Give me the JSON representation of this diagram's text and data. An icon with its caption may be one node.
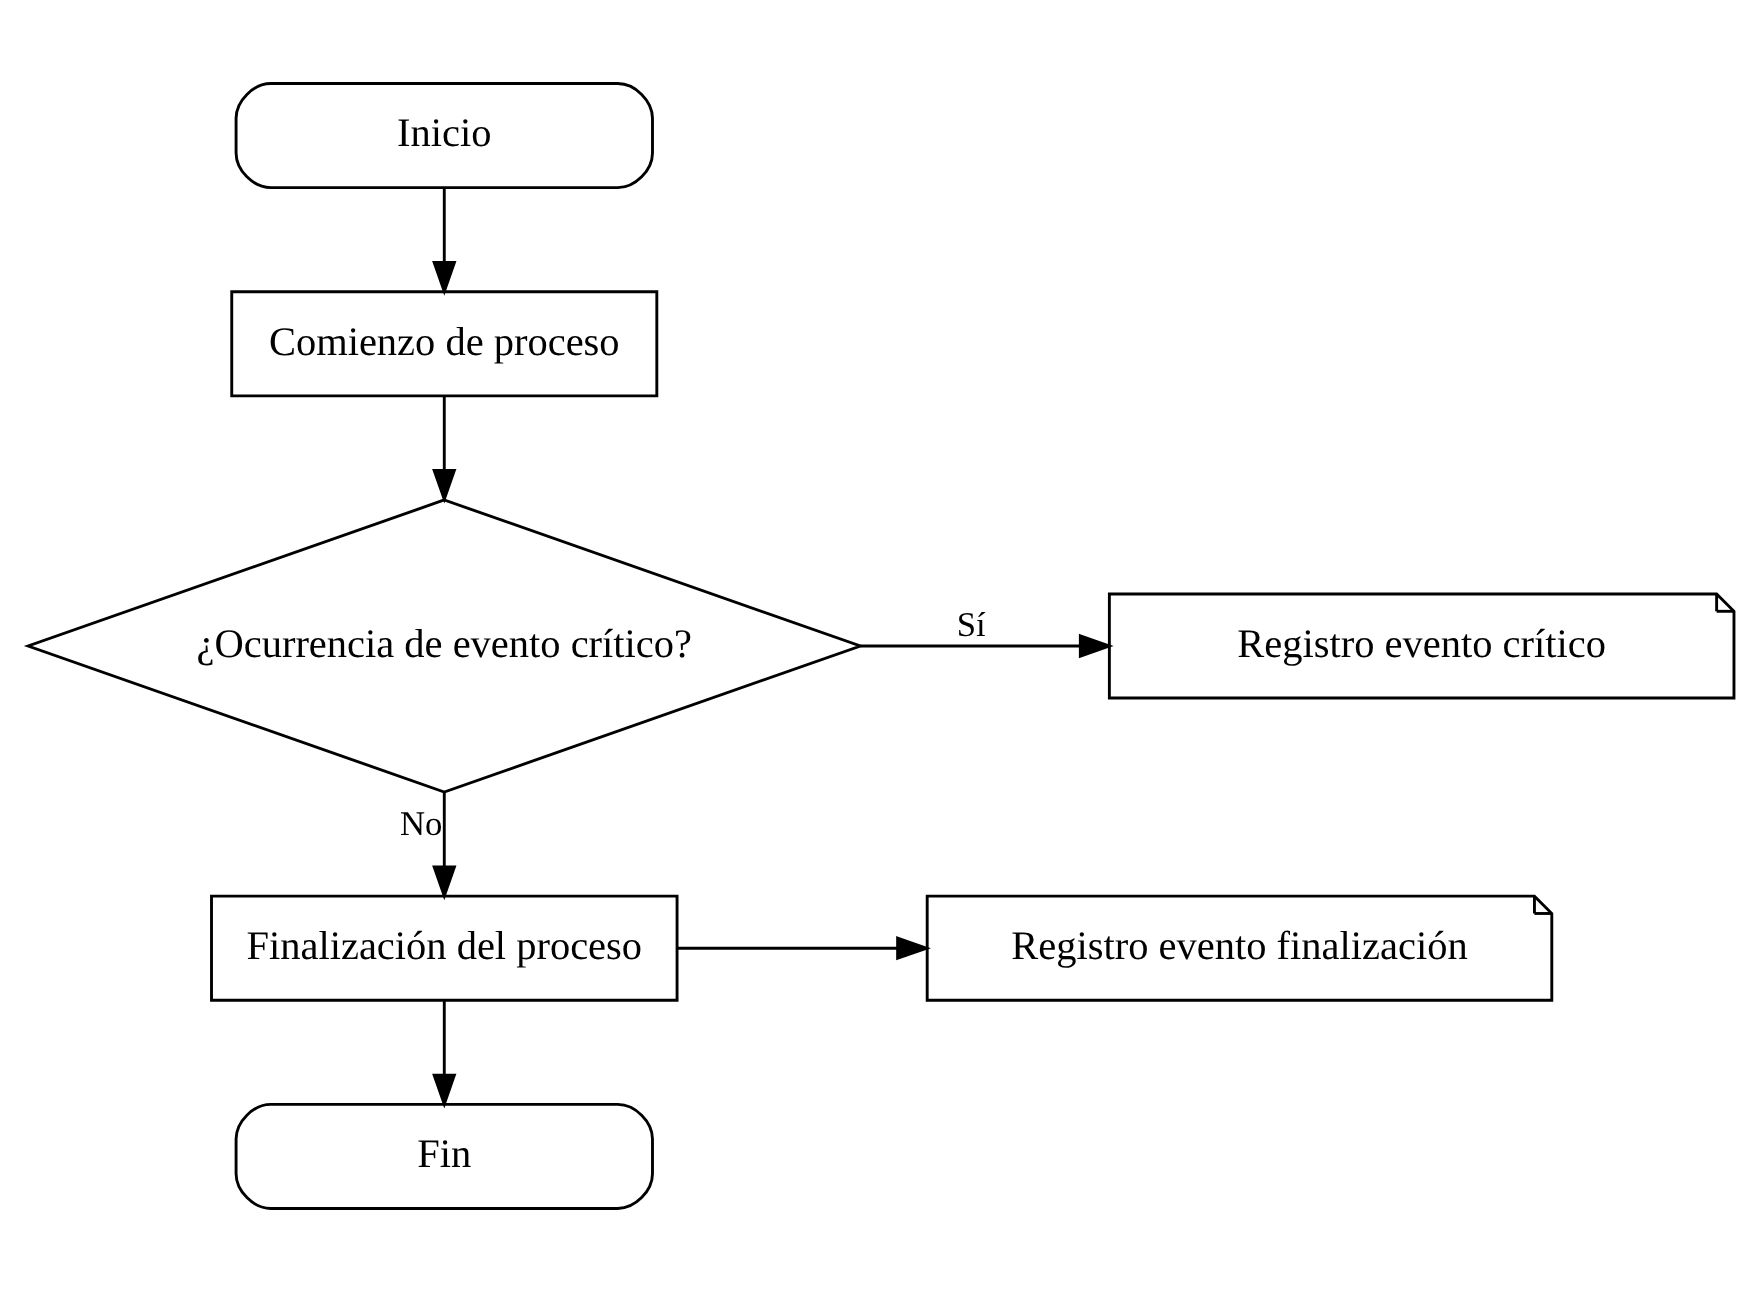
{
  "diagram": {
    "nodes": [
      {
        "text": [
          "Inicio"
        ]
      },
      {
        "text": [
          "Comienzo de proceso"
        ]
      },
      {
        "text": [
          "¿Ocurrencia de evento crítico?"
        ]
      },
      {
        "text": [
          "Registro evento crítico"
        ]
      },
      {
        "text": [
          "Finalización del proceso"
        ]
      },
      {
        "text": [
          "Registro evento finalización"
        ]
      },
      {
        "text": [
          "Fin"
        ]
      }
    ],
    "edges": [
      {
        "from": 0,
        "to": 1,
        "arrow": "to"
      },
      {
        "from": 1,
        "to": 2,
        "arrow": "to"
      },
      {
        "from": 2,
        "to": 3,
        "arrow": "to",
        "label": "Sí"
      },
      {
        "from": 2,
        "to": 4,
        "arrow": "to",
        "label": "No"
      },
      {
        "from": 4,
        "to": 5,
        "arrow": "to"
      },
      {
        "from": 4,
        "to": 6,
        "arrow": "to"
      }
    ]
  }
}
